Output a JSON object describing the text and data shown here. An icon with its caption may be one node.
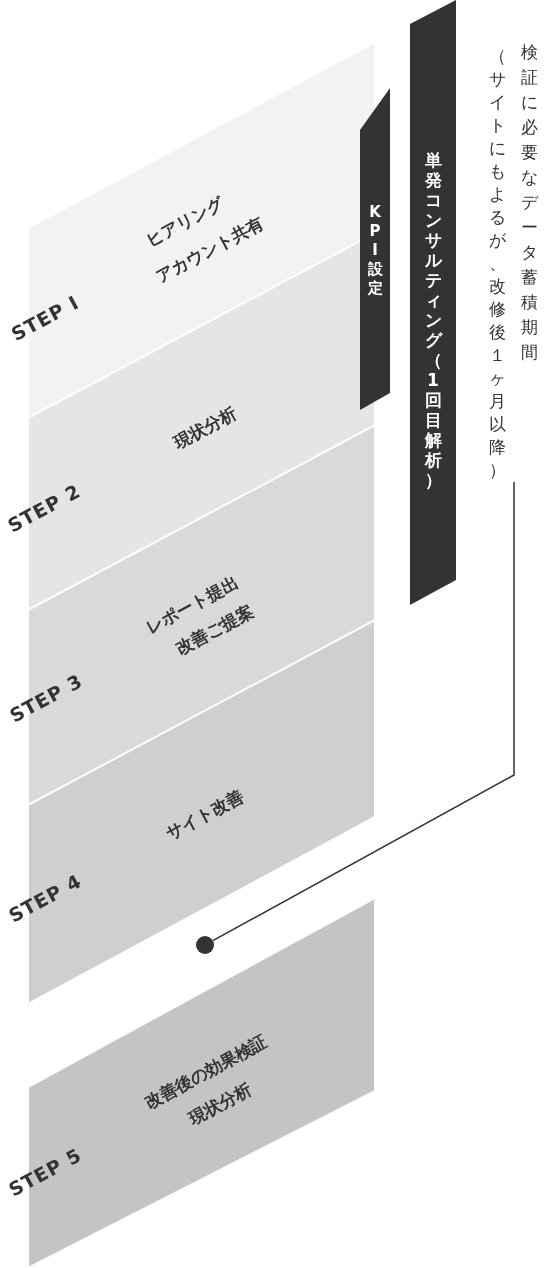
{
  "diagram": {
    "nodes": [
      {
        "text": [
          "STEP Ⅰ",
          "ヒアリング",
          "アカウント共有"
        ]
      },
      {
        "text": [
          "STEP 2",
          "現状分析"
        ]
      },
      {
        "text": [
          "STEP 3",
          "レポート提出",
          "改善ご提案"
        ]
      },
      {
        "text": [
          "STEP 4",
          "サイト改善"
        ]
      },
      {
        "text": [
          "STEP 5",
          "改善後の効果検証",
          "現状分析"
        ]
      },
      {
        "text": [
          "KPI設定"
        ]
      },
      {
        "text": [
          "単発コンサルティング（1回目解析）"
        ]
      },
      {
        "text": [
          "検証に必要なデータ蓄積期間（サイトにもよるが、改修後１ヶ月以降）"
        ]
      },
      {
        "text": [],
        "shape": "circle"
      }
    ],
    "edges": [
      {
        "from": 7,
        "to": 8,
        "arrow": "none"
      }
    ]
  }
}
